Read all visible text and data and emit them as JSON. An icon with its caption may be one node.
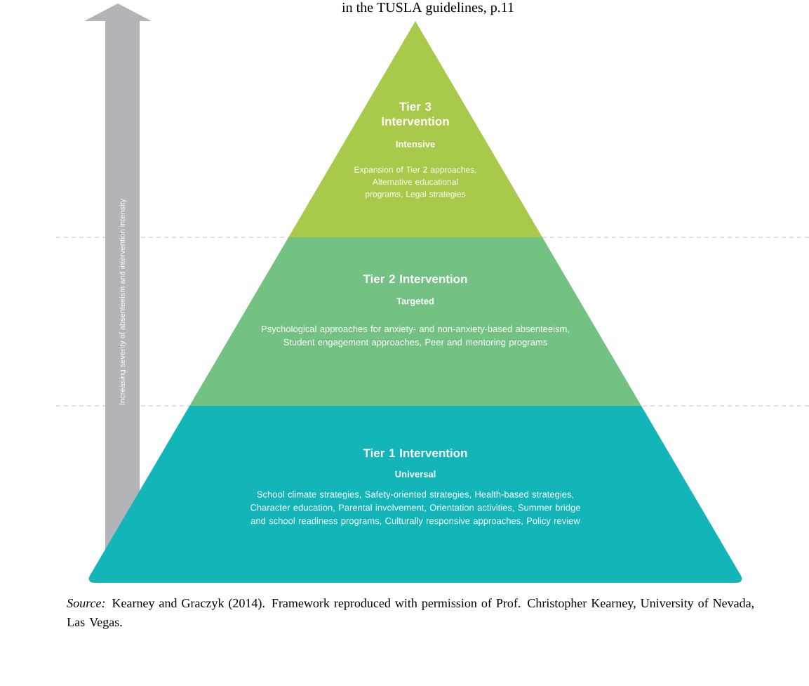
{
  "diagram": {
    "caption": "*Source:* Kearney and Graczyk (2014). Framework reproduced with permission of Prof. Christopher Kearney, University of Nevada, Las Vegas.",
    "nodes": [
      {
        "text": [
          "Tier 3 Intervention",
          "Intensive",
          "Expansion of Tier 2 approaches, Alternative educational programs, Legal strategies"
        ]
      },
      {
        "text": [
          "Tier 2 Intervention",
          "Targeted",
          "Psychological approaches for anxiety- and non-anxiety-based absenteeism, Student engagement approaches, Peer and mentoring programs"
        ]
      },
      {
        "text": [
          "Tier 1 Intervention",
          "Universal",
          "School climate strategies, Safety-oriented strategies, Health-based strategies, Character education, Parental involvement, Orientation activities, Summer bridge and school readiness programs, Culturally responsive approaches, Policy review"
        ]
      }
    ],
    "labels": [
      "in the TUSLA guidelines, p.11",
      "Increasing severity of absenteeism and intervention intensity"
    ]
  }
}
